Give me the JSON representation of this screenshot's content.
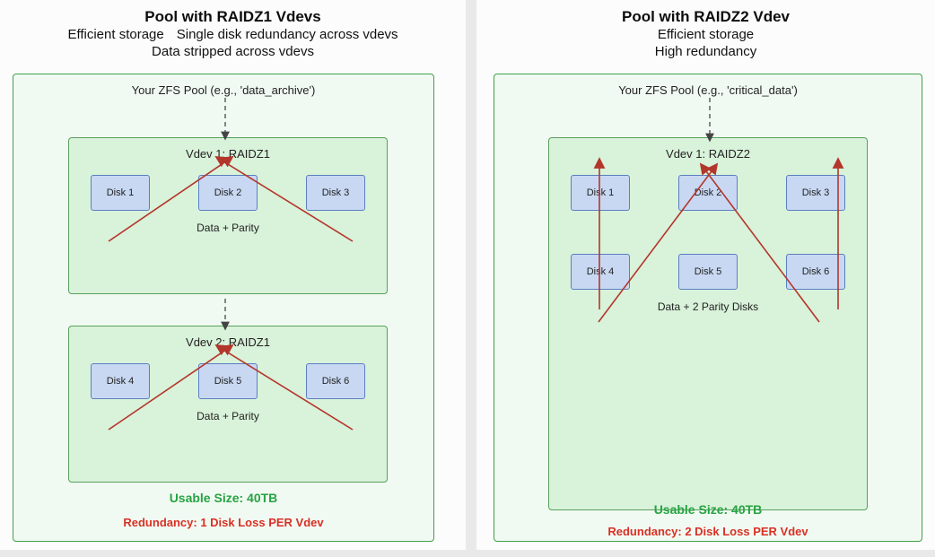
{
  "left_panel": {
    "title": "Pool with RAIDZ1 Vdevs",
    "subtitle_row": {
      "part1": "Efficient storage",
      "part2": "Single disk redundancy across vdevs"
    },
    "subtitle_line2": "Data stripped across vdevs",
    "pool_label": "Your ZFS Pool (e.g., 'data_archive')",
    "vdev1": {
      "label": "Vdev 1: RAIDZ1",
      "disks": [
        "Disk 1",
        "Disk 2",
        "Disk 3"
      ],
      "caption": "Data + Parity"
    },
    "vdev2": {
      "label": "Vdev 2: RAIDZ1",
      "disks": [
        "Disk 4",
        "Disk 5",
        "Disk 6"
      ],
      "caption": "Data + Parity"
    },
    "usable_size": "Usable Size: 40TB",
    "redundancy": "Redundancy: 1 Disk Loss PER Vdev"
  },
  "right_panel": {
    "title": "Pool with RAIDZ2 Vdev",
    "subtitle_line1": "Efficient storage",
    "subtitle_line2": "High redundancy",
    "pool_label": "Your ZFS Pool (e.g., 'critical_data')",
    "vdev1": {
      "label": "Vdev 1: RAIDZ2",
      "disks_row1": [
        "Disk 1",
        "Disk 2",
        "Disk 3"
      ],
      "disks_row2": [
        "Disk 4",
        "Disk 5",
        "Disk 6"
      ],
      "caption": "Data + 2 Parity Disks"
    },
    "usable_size": "Usable Size: 40TB",
    "redundancy": "Redundancy: 2 Disk Loss PER Vdev"
  },
  "colors": {
    "pool_bg": "#f1faf2",
    "pool_border": "#43a047",
    "vdev_bg": "#d9f2da",
    "vdev_border": "#58a05c",
    "disk_bg": "#c8d8f2",
    "disk_border": "#5a7fc0",
    "arrow_red": "#b3362b",
    "arrow_dashed": "#555555",
    "usable_green": "#27a343",
    "redundancy_red": "#d93025"
  }
}
